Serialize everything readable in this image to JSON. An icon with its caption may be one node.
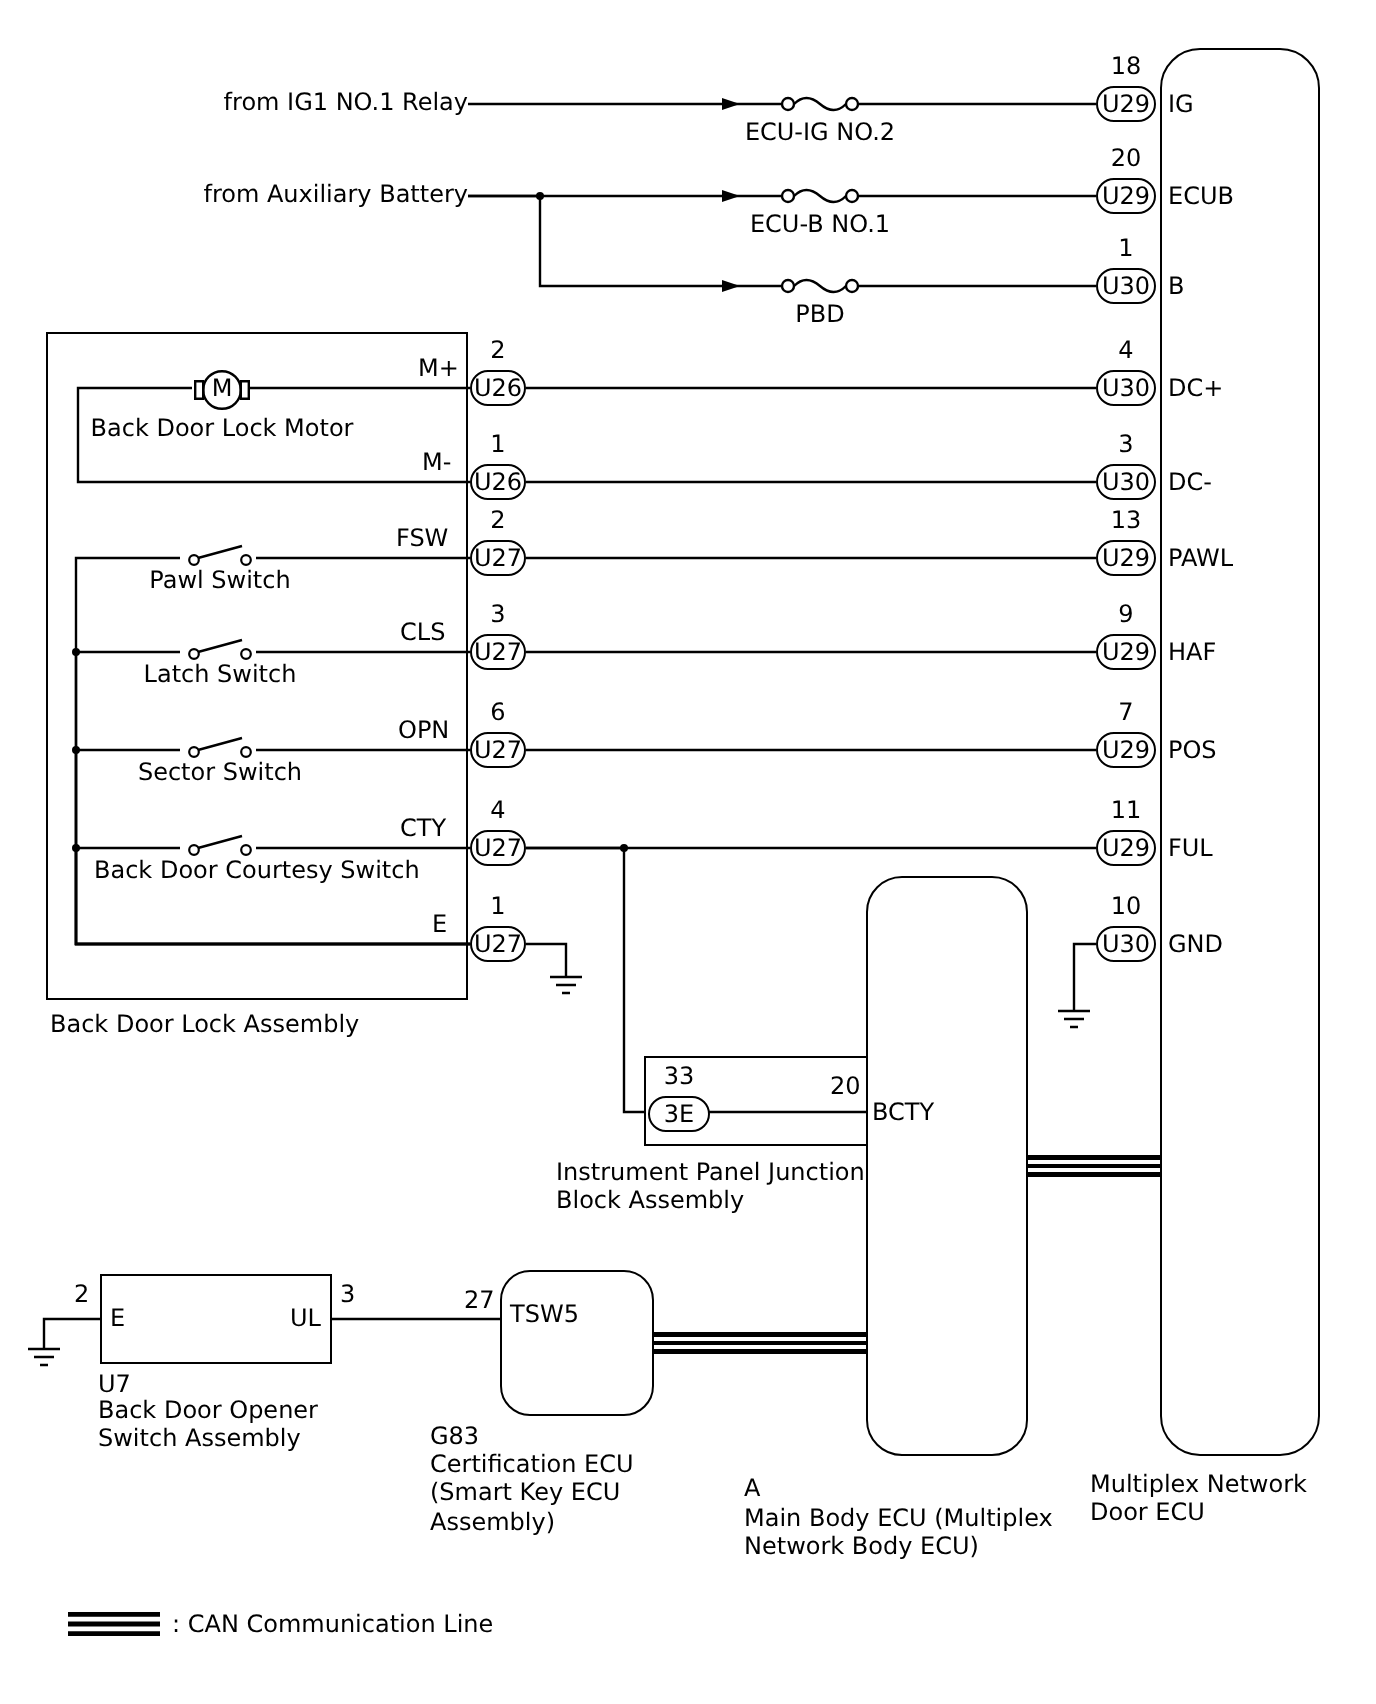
{
  "diagram": {
    "nodes": [
      {
        "text": [
          "from IG1 NO.1 Relay"
        ]
      },
      {
        "text": [
          "from Auxiliary Battery"
        ]
      },
      {
        "text": [
          "ECU-IG NO.2"
        ]
      },
      {
        "text": [
          "ECU-B NO.1"
        ]
      },
      {
        "text": [
          "PBD"
        ]
      },
      {
        "text": [
          "Multiplex Network Door ECU"
        ]
      },
      {
        "text": [
          "U29"
        ],
        "beside": [
          "18"
        ]
      },
      {
        "text": [
          "U29"
        ],
        "beside": [
          "20"
        ]
      },
      {
        "text": [
          "U30"
        ],
        "beside": [
          "1"
        ]
      },
      {
        "text": [
          "U30"
        ],
        "beside": [
          "4"
        ]
      },
      {
        "text": [
          "U30"
        ],
        "beside": [
          "3"
        ]
      },
      {
        "text": [
          "U29"
        ],
        "beside": [
          "13"
        ]
      },
      {
        "text": [
          "U29"
        ],
        "beside": [
          "9"
        ]
      },
      {
        "text": [
          "U29"
        ],
        "beside": [
          "7"
        ]
      },
      {
        "text": [
          "U29"
        ],
        "beside": [
          "11"
        ]
      },
      {
        "text": [
          "U30"
        ],
        "beside": [
          "10"
        ]
      },
      {
        "text": [
          "Back Door Lock Assembly"
        ]
      },
      {
        "text": [
          "M"
        ],
        "beside": [
          "Back Door Lock Motor"
        ],
        "in": 16
      },
      {
        "text": [
          "Pawl Switch"
        ],
        "in": 16
      },
      {
        "text": [
          "Latch Switch"
        ],
        "in": 16
      },
      {
        "text": [
          "Sector Switch"
        ],
        "in": 16
      },
      {
        "text": [
          "Back Door Courtesy Switch"
        ],
        "in": 16
      },
      {
        "text": [
          "U26"
        ],
        "beside": [
          "2"
        ]
      },
      {
        "text": [
          "U26"
        ],
        "beside": [
          "1"
        ]
      },
      {
        "text": [
          "U27"
        ],
        "beside": [
          "2"
        ]
      },
      {
        "text": [
          "U27"
        ],
        "beside": [
          "3"
        ]
      },
      {
        "text": [
          "U27"
        ],
        "beside": [
          "6"
        ]
      },
      {
        "text": [
          "U27"
        ],
        "beside": [
          "4"
        ]
      },
      {
        "text": [
          "U27"
        ],
        "beside": [
          "1"
        ]
      },
      {
        "text": [],
        "shape": "ground"
      },
      {
        "text": [],
        "shape": "ground"
      },
      {
        "text": [
          "Instrument Panel Junction Block Assembly"
        ]
      },
      {
        "text": [
          "3E"
        ],
        "beside": [
          "33"
        ],
        "in": 31
      },
      {
        "text": [
          "A",
          "Main Body ECU (Multiplex Network Body ECU)"
        ]
      },
      {
        "text": [
          "U7",
          "Back Door Opener Switch Assembly"
        ]
      },
      {
        "text": [],
        "shape": "ground"
      },
      {
        "text": [
          "G83",
          "Certification ECU (Smart Key ECU Assembly)"
        ]
      }
    ],
    "edges": [
      {
        "from": 0,
        "to": 2,
        "arrow": "to"
      },
      {
        "from": 2,
        "to": 6,
        "arrow": "none"
      },
      {
        "from": 1,
        "to": 3,
        "arrow": "to"
      },
      {
        "from": 3,
        "to": 7,
        "arrow": "none"
      },
      {
        "from": 1,
        "to": 4,
        "arrow": "to"
      },
      {
        "from": 4,
        "to": 8,
        "arrow": "none"
      },
      {
        "from": 17,
        "to": 22,
        "arrow": "none"
      },
      {
        "from": 17,
        "to": 23,
        "arrow": "none"
      },
      {
        "from": 22,
        "to": 9,
        "arrow": "none"
      },
      {
        "from": 23,
        "to": 10,
        "arrow": "none"
      },
      {
        "from": 18,
        "to": 24,
        "arrow": "none"
      },
      {
        "from": 19,
        "to": 25,
        "arrow": "none"
      },
      {
        "from": 20,
        "to": 26,
        "arrow": "none"
      },
      {
        "from": 21,
        "to": 27,
        "arrow": "none"
      },
      {
        "from": 18,
        "to": 28,
        "arrow": "none"
      },
      {
        "from": 19,
        "to": 28,
        "arrow": "none"
      },
      {
        "from": 20,
        "to": 28,
        "arrow": "none"
      },
      {
        "from": 21,
        "to": 28,
        "arrow": "none"
      },
      {
        "from": 24,
        "to": 11,
        "arrow": "none"
      },
      {
        "from": 25,
        "to": 12,
        "arrow": "none"
      },
      {
        "from": 26,
        "to": 13,
        "arrow": "none"
      },
      {
        "from": 27,
        "to": 14,
        "arrow": "none"
      },
      {
        "from": 27,
        "to": 32,
        "arrow": "none"
      },
      {
        "from": 28,
        "to": 29,
        "arrow": "none"
      },
      {
        "from": 15,
        "to": 30,
        "arrow": "none"
      },
      {
        "from": 32,
        "to": 33,
        "arrow": "none"
      },
      {
        "from": 34,
        "to": 35,
        "arrow": "none"
      },
      {
        "from": 34,
        "to": 36,
        "arrow": "none"
      },
      {
        "from": 36,
        "to": 33,
        "arrow": "none",
        "style": "thick"
      },
      {
        "from": 33,
        "to": 5,
        "arrow": "none",
        "style": "thick"
      }
    ],
    "labels": [
      "M+",
      "M-",
      "FSW",
      "CLS",
      "OPN",
      "CTY",
      "E",
      "IG",
      "ECUB",
      "B",
      "DC+",
      "DC-",
      "PAWL",
      "HAF",
      "POS",
      "FUL",
      "GND",
      "20",
      "BCTY",
      "2",
      "E",
      "UL",
      "3",
      "27",
      "TSW5"
    ],
    "legend": [
      {
        "text": ": CAN Communication Line"
      }
    ]
  }
}
